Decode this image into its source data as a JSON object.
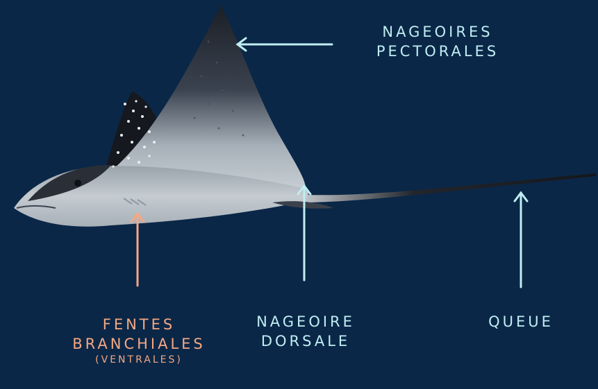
{
  "labels": {
    "pectoral_line1": "NAGEOIRES",
    "pectoral_line2": "PECTORALES",
    "gill_line1": "FENTES",
    "gill_line2": "BRANCHIALES",
    "gill_note": "(VENTRALES)",
    "dorsal_line1": "NAGEOIRE",
    "dorsal_line2": "DORSALE",
    "tail": "QUEUE"
  },
  "colors": {
    "background": "#0b2747",
    "label_cyan": "#bfeef2",
    "label_orange": "#f4a883",
    "body_dark": "#1a1f27",
    "body_light": "#c9d0d6"
  },
  "icons": [
    "arrow-left-icon",
    "arrow-up-icon"
  ]
}
